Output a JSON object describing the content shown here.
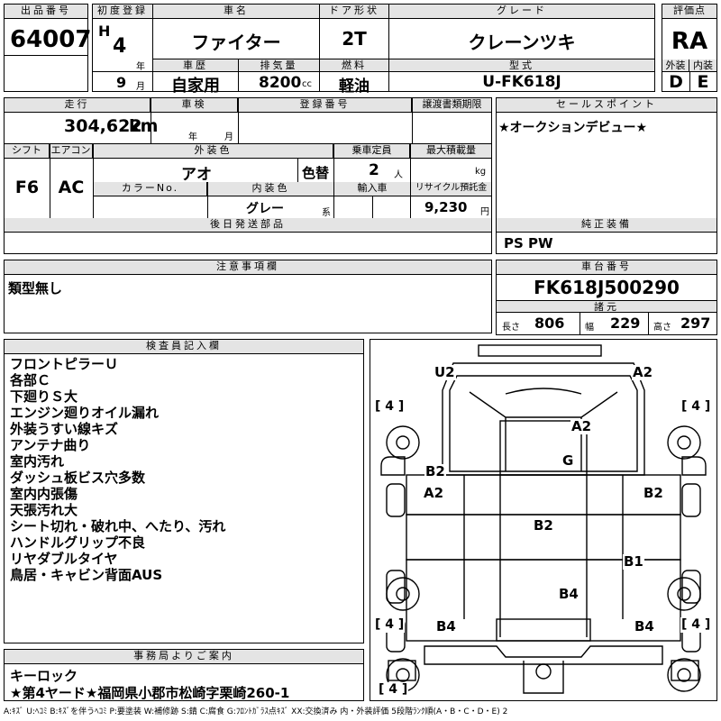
{
  "row1": {
    "lot_label": "出品番号",
    "lot": "64007",
    "reg_label": "初度登録",
    "era": "H",
    "year": "4",
    "year_unit": "年",
    "month": "9",
    "month_unit": "月",
    "name_label": "車名",
    "name": "ファイター",
    "door_label": "ドア形状",
    "door": "2T",
    "grade_label": "グレード",
    "grade": "クレーンツキ",
    "score_label": "評価点",
    "score": "RA",
    "history_label": "車歴",
    "history": "自家用",
    "disp_label": "排気量",
    "disp": "8200",
    "disp_unit": "cc",
    "fuel_label": "燃料",
    "fuel": "軽油",
    "model_label": "型式",
    "model": "U-FK618J",
    "ext_label": "外装",
    "ext": "D",
    "int_label": "内装",
    "int": "E"
  },
  "row2": {
    "mileage_label": "走行",
    "mileage": "304,622",
    "mileage_unit": "km",
    "shaken_label": "車検",
    "shaken_year": "年",
    "shaken_month": "月",
    "plate_label": "登録番号",
    "transfer_label": "譲渡書類期限",
    "shift_label": "シフト",
    "shift": "F6",
    "ac_label": "エアコン",
    "ac": "AC",
    "color_label": "外装色",
    "color": "アオ",
    "color_change": "色替",
    "capacity_label": "乗車定員",
    "capacity": "2",
    "capacity_unit": "人",
    "load_label": "最大積載量",
    "load_unit": "kg",
    "colorno_label": "カラーNo.",
    "intcolor_label": "内装色",
    "intcolor": "グレー",
    "intcolor_suffix": "系",
    "import_label": "輸入車",
    "recycle_label": "リサイクル預託金",
    "recycle": "9,230",
    "recycle_unit": "円",
    "later_label": "後日発送部品"
  },
  "sales": {
    "label": "セールスポイント",
    "text": "★オークションデビュー★"
  },
  "equip": {
    "label": "純正装備",
    "text": "PS PW"
  },
  "caution": {
    "label": "注意事項欄",
    "text": "類型無し"
  },
  "chassis": {
    "label": "車台番号",
    "value": "FK618J500290",
    "spec_label": "諸元",
    "length_label": "長さ",
    "length": "806",
    "width_label": "幅",
    "width": "229",
    "height_label": "高さ",
    "height": "297"
  },
  "inspector": {
    "label": "検査員記入欄",
    "lines": [
      "フロントピラーＵ",
      "各部Ｃ",
      "下廻りＳ大",
      "エンジン廻りオイル漏れ",
      "外装うすい線キズ",
      "アンテナ曲り",
      "室内汚れ",
      "ダッシュ板ビス穴多数",
      "室内内張傷",
      "天張汚れ大",
      "シート切れ・破れ中、へたり、汚れ",
      "ハンドルグリップ不良",
      "リヤダブルタイヤ",
      "鳥居・キャビン背面AUS"
    ]
  },
  "office": {
    "label": "事務局よりご案内",
    "lines": [
      "キーロック",
      "★第4ヤード★福岡県小郡市松崎字栗崎260-1"
    ]
  },
  "diagram": {
    "marks": [
      "U2",
      "A2",
      "A2",
      "G",
      "B2",
      "A2",
      "B2",
      "B2",
      "B1",
      "B4",
      "B4",
      "B4"
    ],
    "tires": [
      "[ 4 ]",
      "[ 4 ]",
      "[ 4 ]",
      "[ 4 ]",
      "[ 4 ]"
    ]
  },
  "legend": "A:ｷｽﾞ U:ﾍｺﾐ B:ｷｽﾞを伴うﾍｺﾐ P:要塗装 W:補修跡 S:錆 C:腐食 G:ﾌﾛﾝﾄｶﾞﾗｽ点ｷｽﾞ XX:交換済み 内・外装評価 5段階ﾗﾝｸ順(A・B・C・D・E) 2"
}
